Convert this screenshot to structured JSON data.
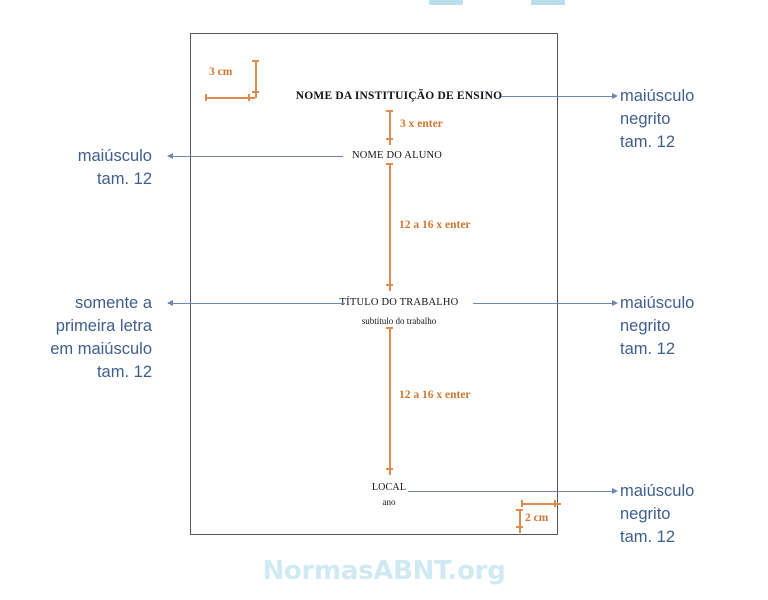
{
  "page": {
    "institution": "NOME DA INSTITUIÇÃO DE ENSINO",
    "student": "NOME DO ALUNO",
    "title": "TÍTULO DO TRABALHO",
    "subtitle": "subtítulo do trabalho",
    "local": "LOCAL",
    "year": "ano"
  },
  "measurements": {
    "top_margin": "3 cm",
    "bottom_margin": "2 cm"
  },
  "spacing": {
    "after_institution": "3 x enter",
    "after_student": "12 a 16 x enter",
    "after_title": "12 a 16 x enter"
  },
  "notes": {
    "institution_rule": "maiúsculo\nnegrito\ntam. 12",
    "student_rule": "maiúsculo\ntam. 12",
    "title_rule_right": "maiúsculo\nnegrito\ntam. 12",
    "subtitle_rule_left": "somente a\nprimeira letra\nem maiúsculo\ntam. 12",
    "local_rule": "maiúsculo\nnegrito\ntam. 12"
  },
  "watermark": {
    "text": "NormasABNT.org"
  },
  "colors": {
    "page_border": "#58585c",
    "serif_text": "#12121b",
    "measure_orange": "#d2762f",
    "leader_blue": "#6d86b6",
    "note_blue": "#3f5f8f",
    "watermark_cyan": "#cfeaf2"
  }
}
